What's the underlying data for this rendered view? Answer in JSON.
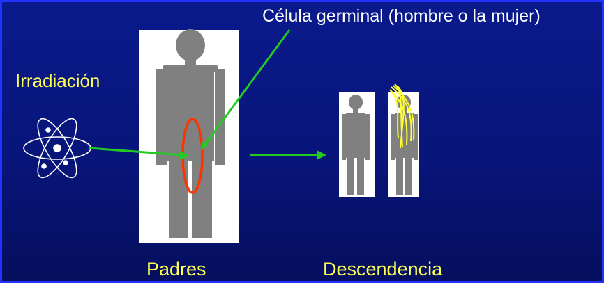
{
  "labels": {
    "germ_cell": "Célula germinal (hombre o la mujer)",
    "irradiation": "Irradiación",
    "parents": "Padres",
    "offspring": "Descendencia"
  },
  "colors": {
    "background": "#0a1a8c",
    "border": "#2233ff",
    "figure": "#808080",
    "arrow": "#22cc22",
    "ellipse": "#ff3300",
    "label_white": "#ffffff",
    "label_yellow": "#ffff55",
    "mutation": "#ffff33"
  },
  "icons": {
    "atom": "atom-icon",
    "parent": "person-figure",
    "offspring_normal": "child-figure",
    "offspring_mutated": "child-figure-mutated"
  }
}
